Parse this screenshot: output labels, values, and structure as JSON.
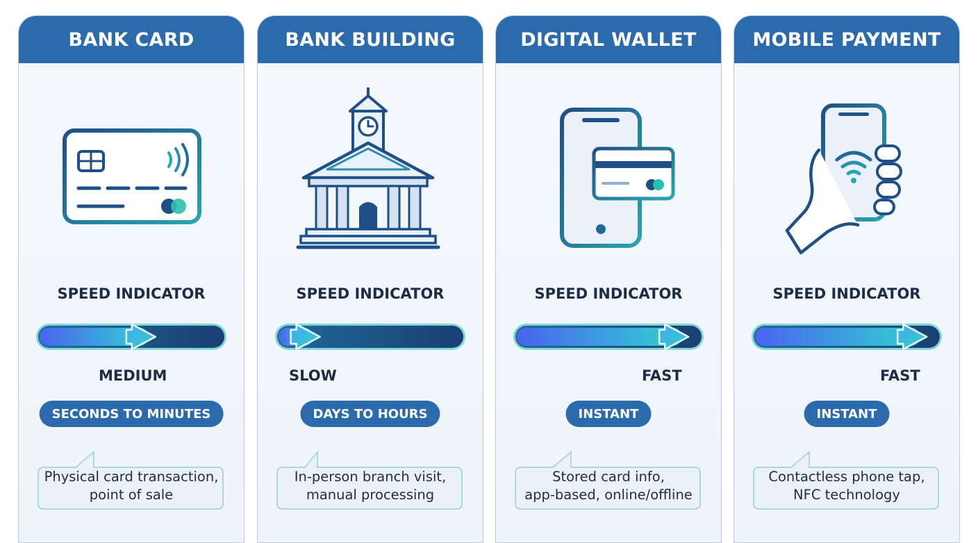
{
  "methods": [
    {
      "title": "BANK CARD",
      "icon": "bank-card-icon",
      "speed_title": "SPEED INDICATOR",
      "speed": "MEDIUM",
      "speed_level": 0.6,
      "time": "SECONDS TO MINUTES",
      "desc_line1": "Physical card transaction,",
      "desc_line2": "point of sale"
    },
    {
      "title": "BANK BUILDING",
      "icon": "bank-building-icon",
      "speed_title": "SPEED INDICATOR",
      "speed": "SLOW",
      "speed_level": 0.2,
      "time": "DAYS TO HOURS",
      "desc_line1": "In-person branch visit,",
      "desc_line2": "manual processing"
    },
    {
      "title": "DIGITAL WALLET",
      "icon": "digital-wallet-icon",
      "speed_title": "SPEED INDICATOR",
      "speed": "FAST",
      "speed_level": 0.9,
      "time": "INSTANT",
      "desc_line1": "Stored card info,",
      "desc_line2": "app-based, online/offline"
    },
    {
      "title": "MOBILE PAYMENT",
      "icon": "mobile-payment-icon",
      "speed_title": "SPEED INDICATOR",
      "speed": "FAST",
      "speed_level": 0.9,
      "time": "INSTANT",
      "desc_line1": "Contactless phone tap,",
      "desc_line2": "NFC technology"
    }
  ],
  "colors": {
    "header": "#2a6aad",
    "text": "#1d2d45",
    "bar_track": "#1e4d7c",
    "bar_fill_start": "#4a6cf0",
    "bar_fill_end": "#35d0d2"
  }
}
